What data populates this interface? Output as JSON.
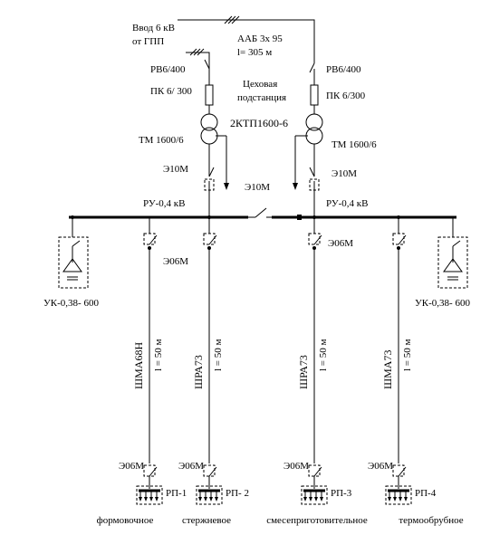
{
  "labels": {
    "input_line1": "Ввод 6 кВ",
    "input_line2": "от ГПП",
    "cable_spec_line1": "ААБ 3х 95",
    "cable_spec_line2": "l= 305 м",
    "switch_left": "РВ6/400",
    "switch_right": "РВ6/400",
    "fuse_left": "ПК 6/ 300",
    "fuse_right": "ПК 6/300",
    "substation_line1": "Цеховая",
    "substation_line2": "подстанция",
    "substation_name": "2КТП1600-6",
    "transformer_left": "ТМ 1600/6",
    "transformer_right": "ТМ 1600/6",
    "breaker_left": "Э10М",
    "breaker_right": "Э10М",
    "breaker_tie": "Э10М",
    "bus_left": "РУ-0,4 кВ",
    "bus_right": "РУ-0,4 кВ",
    "feeder_breaker_left": "Э06М",
    "feeder_breaker_right": "Э06М",
    "capacitor_left": "УК-0,38- 600",
    "capacitor_right": "УК-0,38- 600"
  },
  "feeders": [
    {
      "busway": "ШМА68Н",
      "length": "l = 50 м",
      "breaker": "Э06М",
      "panel": "РП-1",
      "shop": "формовочное"
    },
    {
      "busway": "ШРА73",
      "length": "l = 50 м",
      "breaker": "Э06М",
      "panel": "РП- 2",
      "shop": "стержневое"
    },
    {
      "busway": "ШРА73",
      "length": "l = 50 м",
      "breaker": "Э06М",
      "panel": "РП-3",
      "shop": "смесеприготовительное"
    },
    {
      "busway": "ШМА73",
      "length": "l = 50 м",
      "breaker": "Э06М",
      "panel": "РП-4",
      "shop": "термообрубное"
    }
  ]
}
